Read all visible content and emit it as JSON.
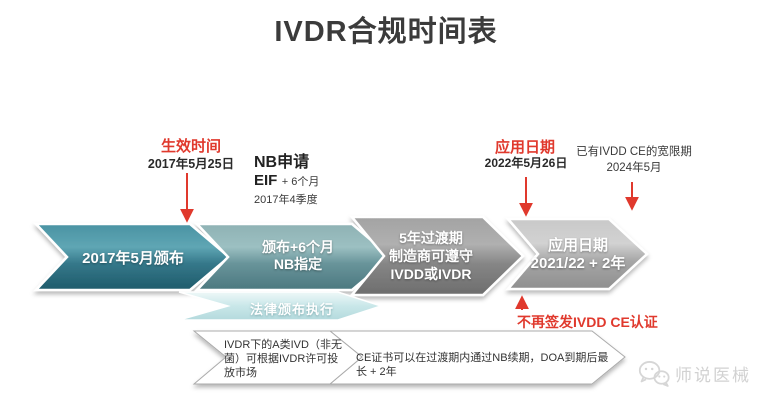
{
  "title": "IVDR合规时间表",
  "annotations": {
    "effective": {
      "label": "生效时间",
      "date": "2017年5月25日"
    },
    "nb": {
      "title": "NB申请",
      "eif": "EIF",
      "eif_suffix": "+ 6个月",
      "quarter": "2017年4季度"
    },
    "application": {
      "label": "应用日期",
      "date": "2022年5月26日"
    },
    "grace": {
      "line1": "已有IVDD CE的宽限期",
      "line2": "2024年5月"
    },
    "no_ivdd_ce": "不再签发IVDD CE认证"
  },
  "timeline": {
    "arrow1": {
      "line1": "2017年5月颁布"
    },
    "arrow2": {
      "line1": "颁布+6个月",
      "line2": "NB指定"
    },
    "arrow3": {
      "line1": "5年过渡期",
      "line2": "制造商可遵守",
      "line3": "IVDD或IVDR"
    },
    "arrow4": {
      "line1": "应用日期",
      "line2": "2021/22 + 2年"
    },
    "law_enforcement": {
      "label": "法律颁布执行"
    }
  },
  "notes": {
    "note1": "IVDR下的A类IVD（非无菌）可根据IVDR许可投放市场",
    "note2": "CE证书可以在过渡期内通过NB续期，DOA到期后最长 + 2年"
  },
  "watermark": {
    "label": "师说医械"
  },
  "colors": {
    "accent_red": "#e0392d",
    "teal": "#3a7f90",
    "teal_muted": "#6b969b",
    "gray": "#8a8a8a",
    "silver": "#a9a9a9",
    "light_teal": "#cfe9ea"
  }
}
